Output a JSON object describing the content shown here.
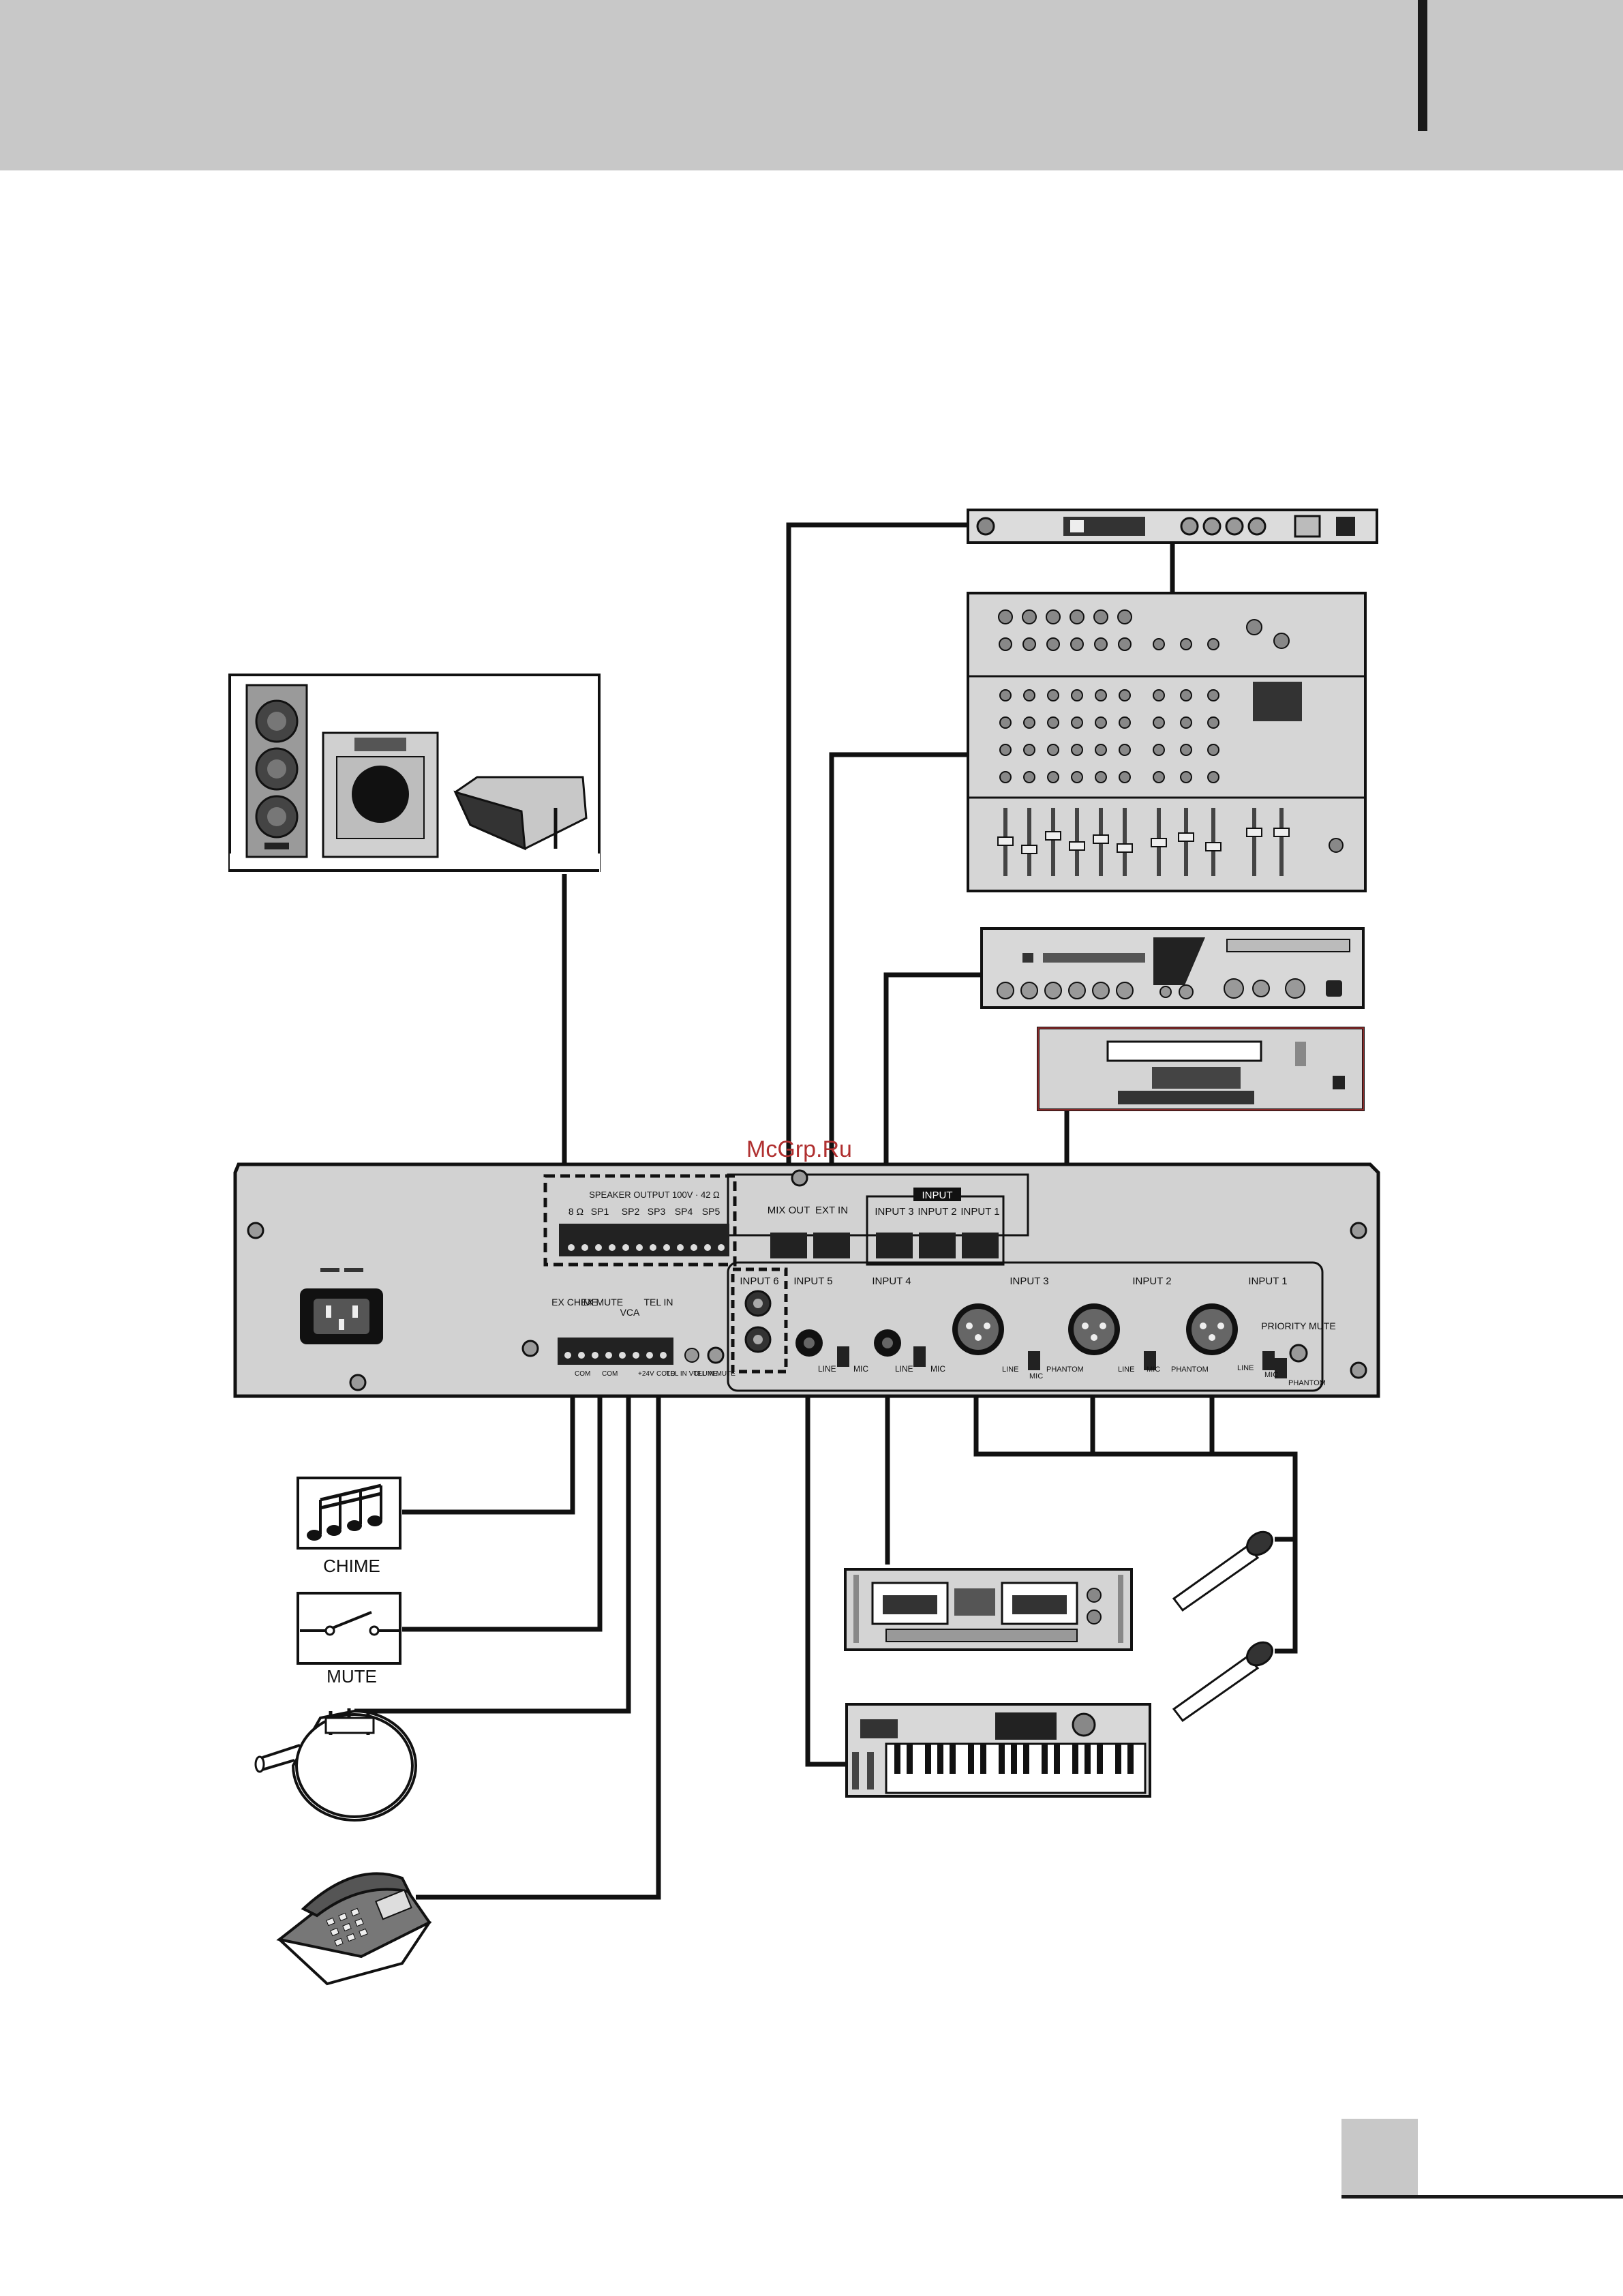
{
  "watermark": "McGrp.Ru",
  "amp": {
    "speaker_output": "SPEAKER OUTPUT 100V · 42 Ω",
    "terminals": [
      "8 Ω",
      "SP1",
      "SP2",
      "SP3",
      "SP4",
      "SP5"
    ],
    "mix_out": "MIX OUT",
    "ext_in": "EXT IN",
    "input_group": "INPUT",
    "rca_inputs": [
      "INPUT 3",
      "INPUT 2",
      "INPUT 1"
    ],
    "input6": "INPUT 6",
    "input5": "INPUT 5",
    "input4": "INPUT 4",
    "xlr_inputs": [
      "INPUT 3",
      "INPUT 2",
      "INPUT 1"
    ],
    "ex_chime": "EX CHIME",
    "ex_mute": "EX MUTE",
    "vca": "VCA",
    "tel_in": "TEL IN",
    "tel_in_volume": "TEL IN VOLUME",
    "tel_in_mute": "TEL IN MUTE",
    "priority_mute": "PRIORITY MUTE",
    "line": "LINE",
    "mic": "MIC",
    "phantom": "PHANTOM",
    "com": "COM",
    "v24": "+24V",
    "cold": "COLD"
  },
  "peripherals": {
    "chime": "CHIME",
    "mute": "MUTE"
  },
  "colors": {
    "header": "#c8c8c8",
    "panel": "#d2d2d2",
    "wire": "#111111",
    "watermark": "#b03030"
  }
}
